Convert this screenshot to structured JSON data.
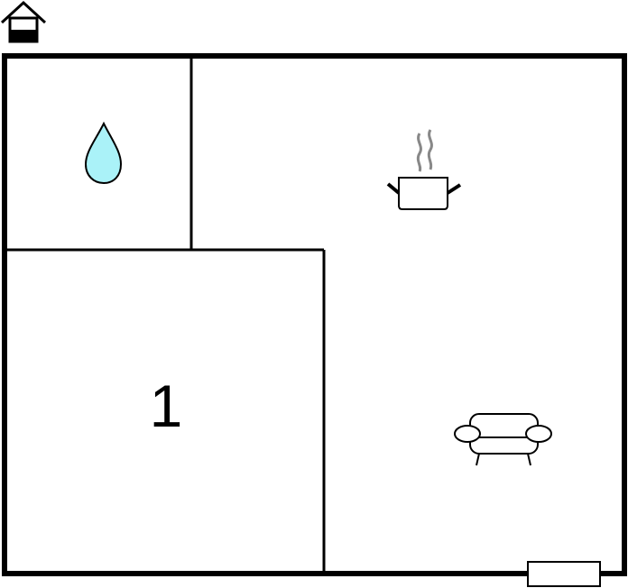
{
  "floor_plan": {
    "rooms": [
      {
        "id": "bathroom",
        "label": "",
        "icon": "water-drop-icon"
      },
      {
        "id": "kitchen-living",
        "label": "",
        "icons": [
          "cooking-pot-icon",
          "sofa-icon"
        ]
      },
      {
        "id": "bedroom-1",
        "label": "1"
      }
    ],
    "entrance_icon": "house-entrance-icon",
    "colors": {
      "walls": "#000000",
      "water": "#aaf2f8",
      "steam": "#888888",
      "background": "#ffffff"
    }
  }
}
